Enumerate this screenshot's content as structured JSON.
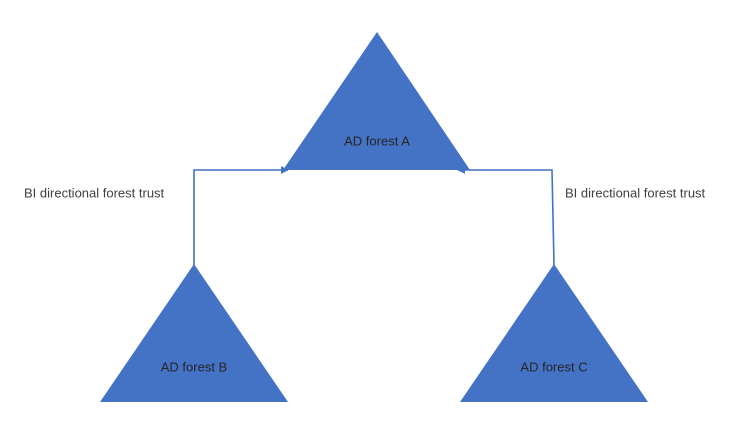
{
  "diagram": {
    "type": "network-trust-diagram",
    "background_color": "#ffffff",
    "shape_fill_color": "#4472C4",
    "connector_color": "#4472C4",
    "label_text_color": "#262626",
    "trust_label_text_color": "#404040",
    "forests": [
      {
        "id": "forest-a",
        "label": "AD forest A",
        "position": "top-center"
      },
      {
        "id": "forest-b",
        "label": "AD forest B",
        "position": "bottom-left"
      },
      {
        "id": "forest-c",
        "label": "AD forest C",
        "position": "bottom-right"
      }
    ],
    "connectors": [
      {
        "id": "trust-a-b",
        "label": "BI directional forest trust",
        "from": "AD forest A",
        "to": "AD forest B",
        "arrowheads": "both",
        "side": "left"
      },
      {
        "id": "trust-a-c",
        "label": "BI directional forest trust",
        "from": "AD forest A",
        "to": "AD forest C",
        "arrowheads": "both",
        "side": "right"
      }
    ]
  }
}
